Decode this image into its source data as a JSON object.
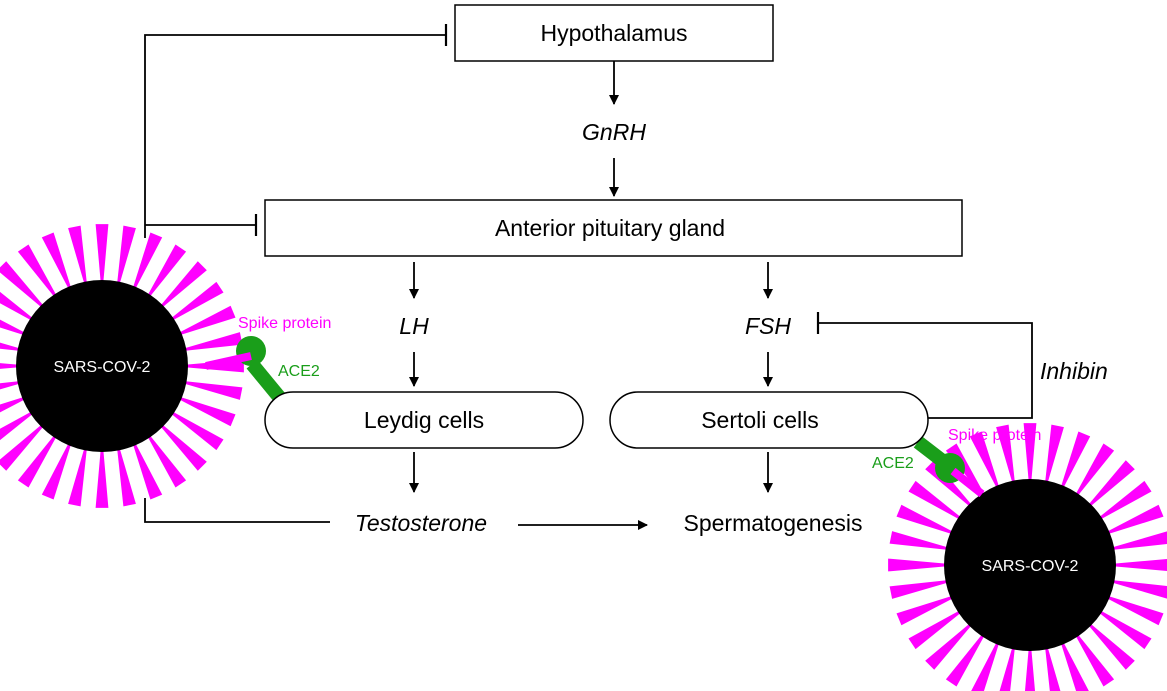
{
  "nodes": {
    "hypothalamus": "Hypothalamus",
    "gnrh": "GnRH",
    "anterior_pituitary": "Anterior pituitary gland",
    "lh": "LH",
    "fsh": "FSH",
    "inhibin": "Inhibin",
    "leydig": "Leydig cells",
    "sertoli": "Sertoli cells",
    "testosterone": "Testosterone",
    "spermatogenesis": "Spermatogenesis"
  },
  "virus_left": {
    "label": "SARS-COV-2",
    "spike_label": "Spike protein",
    "receptor_label": "ACE2"
  },
  "virus_right": {
    "label": "SARS-COV-2",
    "spike_label": "Spike protein",
    "receptor_label": "ACE2"
  },
  "colors": {
    "spike": "#ff00ff",
    "ace2": "#1a9e1a",
    "virus_body": "#000000",
    "line": "#000000"
  }
}
